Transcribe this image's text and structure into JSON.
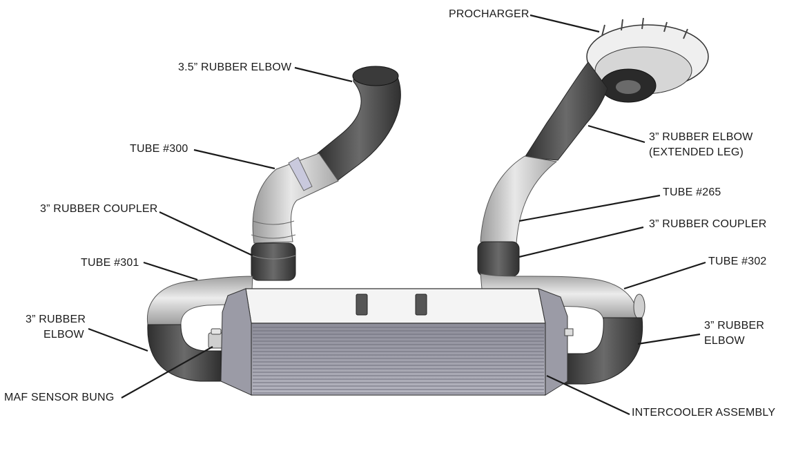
{
  "labels": {
    "procharger": "PROCHARGER",
    "rubber_elbow_35": "3.5” RUBBER ELBOW",
    "tube_300": "TUBE #300",
    "rubber_coupler_left": "3” RUBBER COUPLER",
    "tube_301": "TUBE #301",
    "rubber_elbow_left_line1": "3” RUBBER",
    "rubber_elbow_left_line2": "ELBOW",
    "maf_sensor_bung": "MAF SENSOR BUNG",
    "rubber_elbow_ext_line1": "3” RUBBER ELBOW",
    "rubber_elbow_ext_line2": "(EXTENDED LEG)",
    "tube_265": "TUBE #265",
    "rubber_coupler_right": "3” RUBBER COUPLER",
    "tube_302": "TUBE #302",
    "rubber_elbow_right_line1": "3” RUBBER",
    "rubber_elbow_right_line2": "ELBOW",
    "intercooler_assembly": "INTERCOOLER ASSEMBLY"
  },
  "colors": {
    "tube_light": "#d9d9d9",
    "tube_mid": "#bdbdbd",
    "rubber_dark": "#4a4a4a",
    "rubber_mid": "#6e6e6e",
    "intercooler_face": "#a7a7b3",
    "intercooler_top": "#f2f2f2",
    "leader_line": "#1a1a1a"
  }
}
